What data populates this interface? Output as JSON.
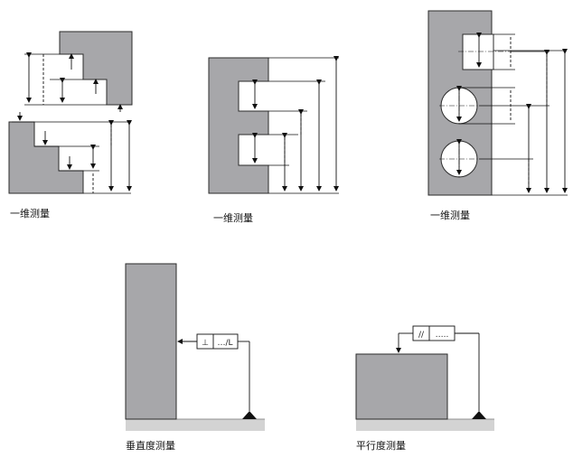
{
  "captions": {
    "panel1": "一维测量",
    "panel2": "一维测量",
    "panel3": "一维测量",
    "panel4": "垂直度测量",
    "panel5": "平行度测量"
  },
  "frames": {
    "perpendicularity": {
      "symbol": "⊥",
      "value": "…/L"
    },
    "parallelism": {
      "symbol": "//",
      "value": "….."
    }
  },
  "colors": {
    "part_fill": "#a7a7aa",
    "part_stroke": "#2b2b2b",
    "base_fill": "#d3d3d3",
    "line": "#111111"
  }
}
